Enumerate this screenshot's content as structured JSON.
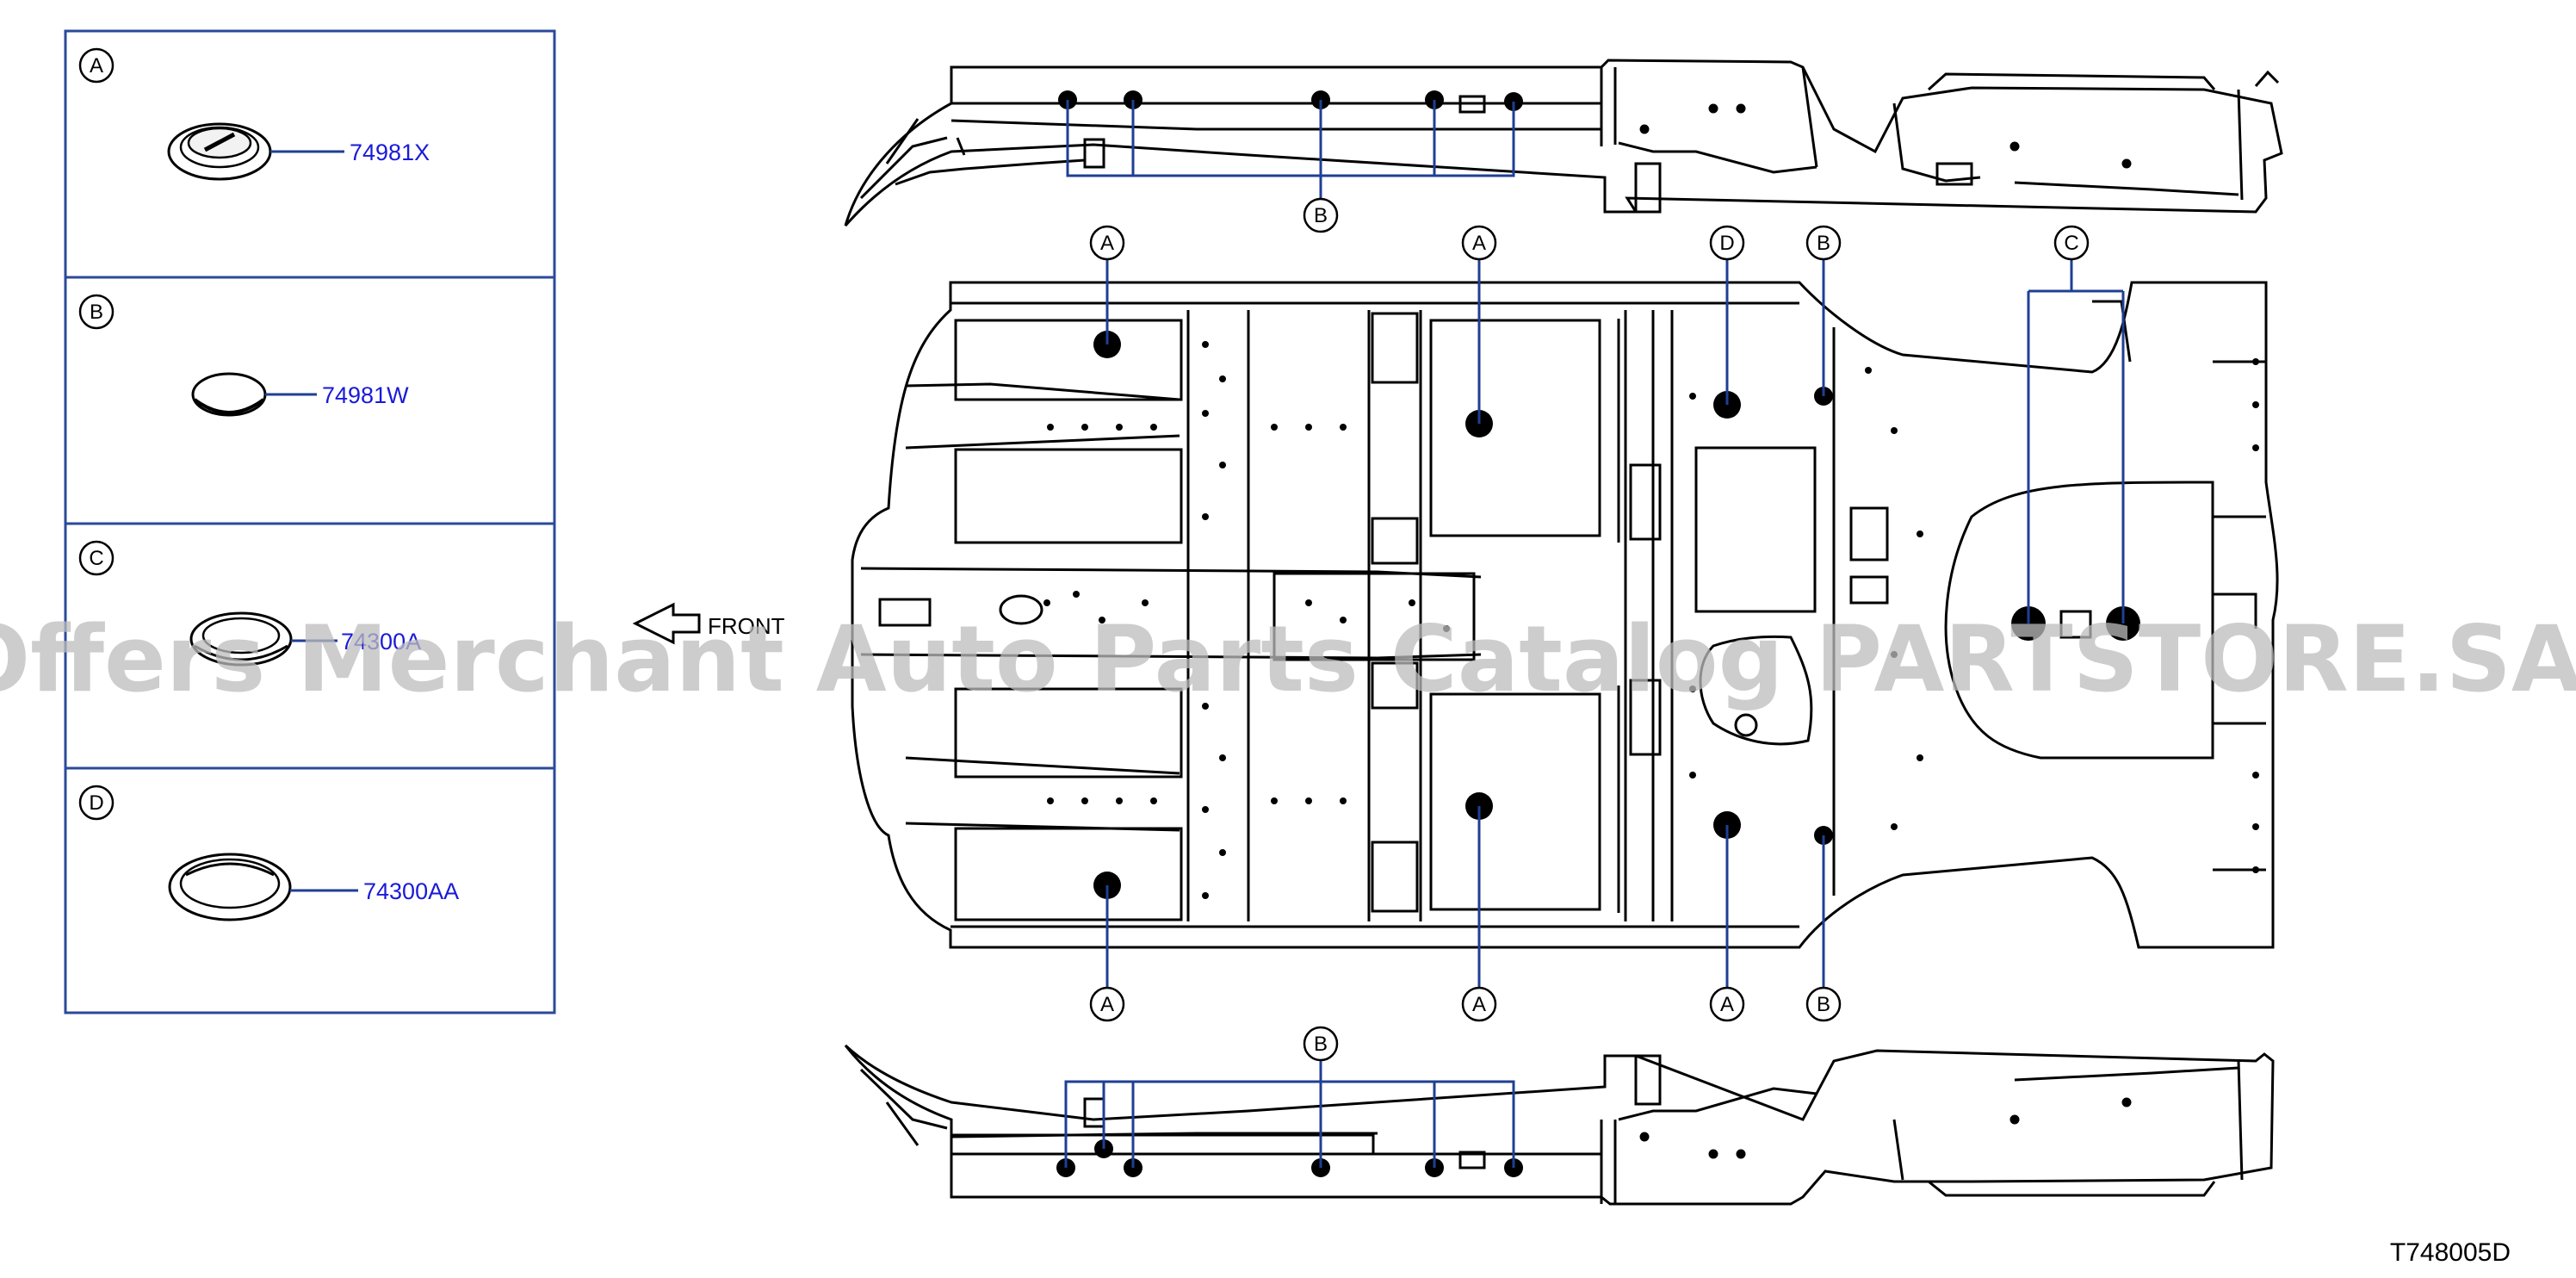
{
  "legend": {
    "items": [
      {
        "letter": "A",
        "code": "74981X"
      },
      {
        "letter": "B",
        "code": "74981W"
      },
      {
        "letter": "C",
        "code": "74300A"
      },
      {
        "letter": "D",
        "code": "74300AA"
      }
    ]
  },
  "direction_label": "FRONT",
  "callouts": {
    "top_b": "B",
    "main_top": [
      "A",
      "A",
      "D",
      "B",
      "C"
    ],
    "main_bottom": [
      "A",
      "A",
      "A",
      "B"
    ],
    "bottom_b": "B"
  },
  "watermark": "Offers Merchant Auto Parts Catalog PARTSTORE.SA",
  "diagram_id": "T748005D",
  "colors": {
    "leader": "#1f3f94",
    "code_text": "#1a1ad8",
    "frame": "#2a4a9a"
  }
}
